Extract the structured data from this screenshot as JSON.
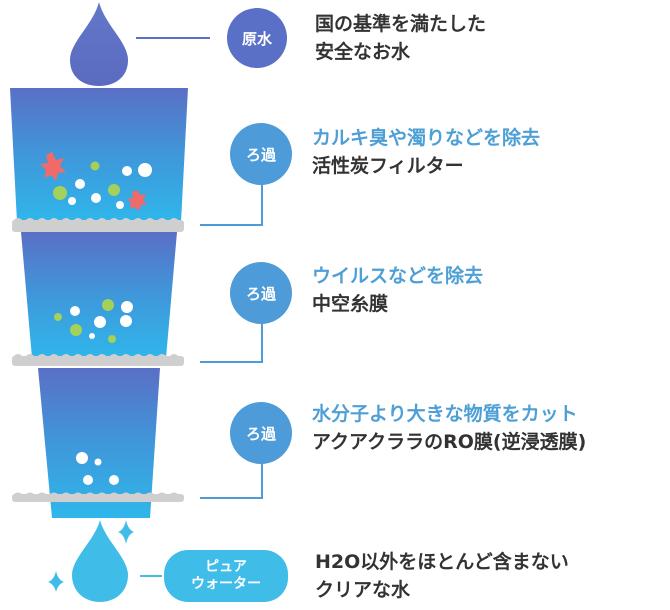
{
  "colors": {
    "drop_top": "#5a6fc6",
    "raw_circle": "#5a6fc6",
    "filter_circle": "#4d9bd8",
    "pure_pill": "#3fbde8",
    "headline_blue": "#4d9fd6",
    "text_dark": "#333333",
    "connector": "#4d9bd8",
    "membrane": "#cfcfcf",
    "star_red": "#f06a6a",
    "star_green": "#a3d15a"
  },
  "icons": {
    "top_drop": "water-drop-icon",
    "bottom_drop": "water-drop-icon",
    "sparkle": "sparkle-icon",
    "impurity_red": "star-impurity-icon",
    "impurity_green": "star-impurity-icon"
  },
  "raw_water": {
    "label": "原水",
    "line1": "国の基準を満たした",
    "line2": "安全なお水"
  },
  "stages": [
    {
      "label": "ろ過",
      "headline": "カルキ臭や濁りなどを除去",
      "detail": "活性炭フィルター"
    },
    {
      "label": "ろ過",
      "headline": "ウイルスなどを除去",
      "detail": "中空糸膜"
    },
    {
      "label": "ろ過",
      "headline": "水分子より大きな物質をカット",
      "detail": "アクアクララのRO膜(逆浸透膜)"
    }
  ],
  "pure_water": {
    "label_line1": "ピュア",
    "label_line2": "ウォーター",
    "line1": "H2O以外をほとんど含まない",
    "line2": "クリアな水"
  }
}
